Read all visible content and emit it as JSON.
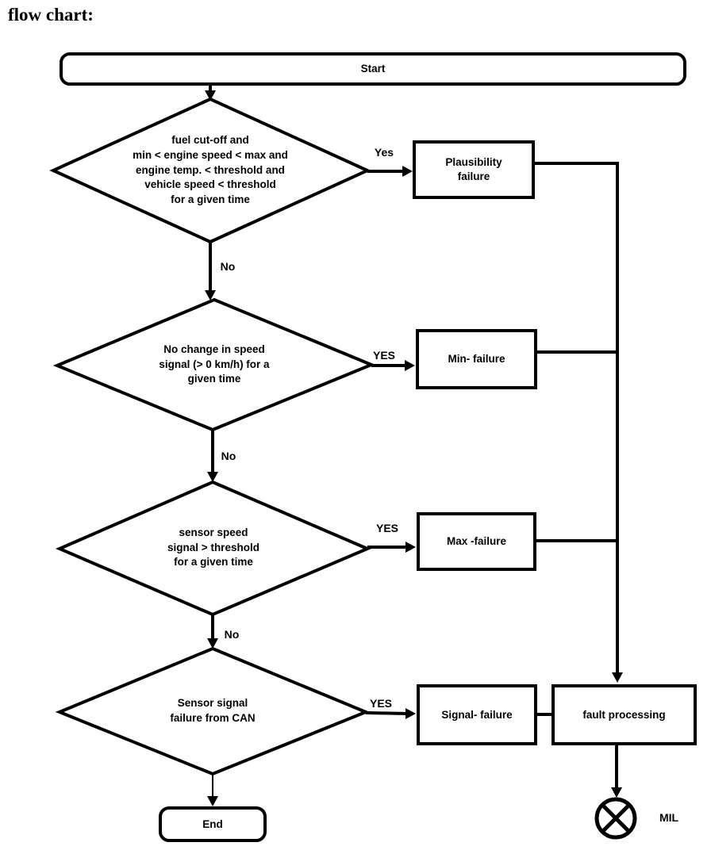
{
  "page": {
    "heading": "flow chart:"
  },
  "flowchart": {
    "start": {
      "label": "Start"
    },
    "end": {
      "label": "End"
    },
    "decision1": {
      "label": "fuel cut-off and\nmin < engine speed < max and\nengine temp. < threshold and\nvehicle speed < threshold\nfor a given time"
    },
    "decision2": {
      "label": "No change in speed\nsignal (> 0 km/h) for a\ngiven time"
    },
    "decision3": {
      "label": "sensor speed\nsignal > threshold\nfor a given time"
    },
    "decision4": {
      "label": "Sensor signal\nfailure from CAN"
    },
    "failure1": {
      "label": "Plausibility\nfailure"
    },
    "failure2": {
      "label": "Min- failure"
    },
    "failure3": {
      "label": "Max -failure"
    },
    "failure4": {
      "label": "Signal- failure"
    },
    "fault_processing": {
      "label": "fault processing"
    },
    "mil": {
      "label": "MIL"
    },
    "edge_labels": {
      "yes1": "Yes",
      "no1": "No",
      "yes2": "YES",
      "no2": "No",
      "yes3": "YES",
      "no3": "No",
      "yes4": "YES"
    }
  },
  "colors": {
    "stroke": "#000000",
    "background": "#ffffff"
  }
}
